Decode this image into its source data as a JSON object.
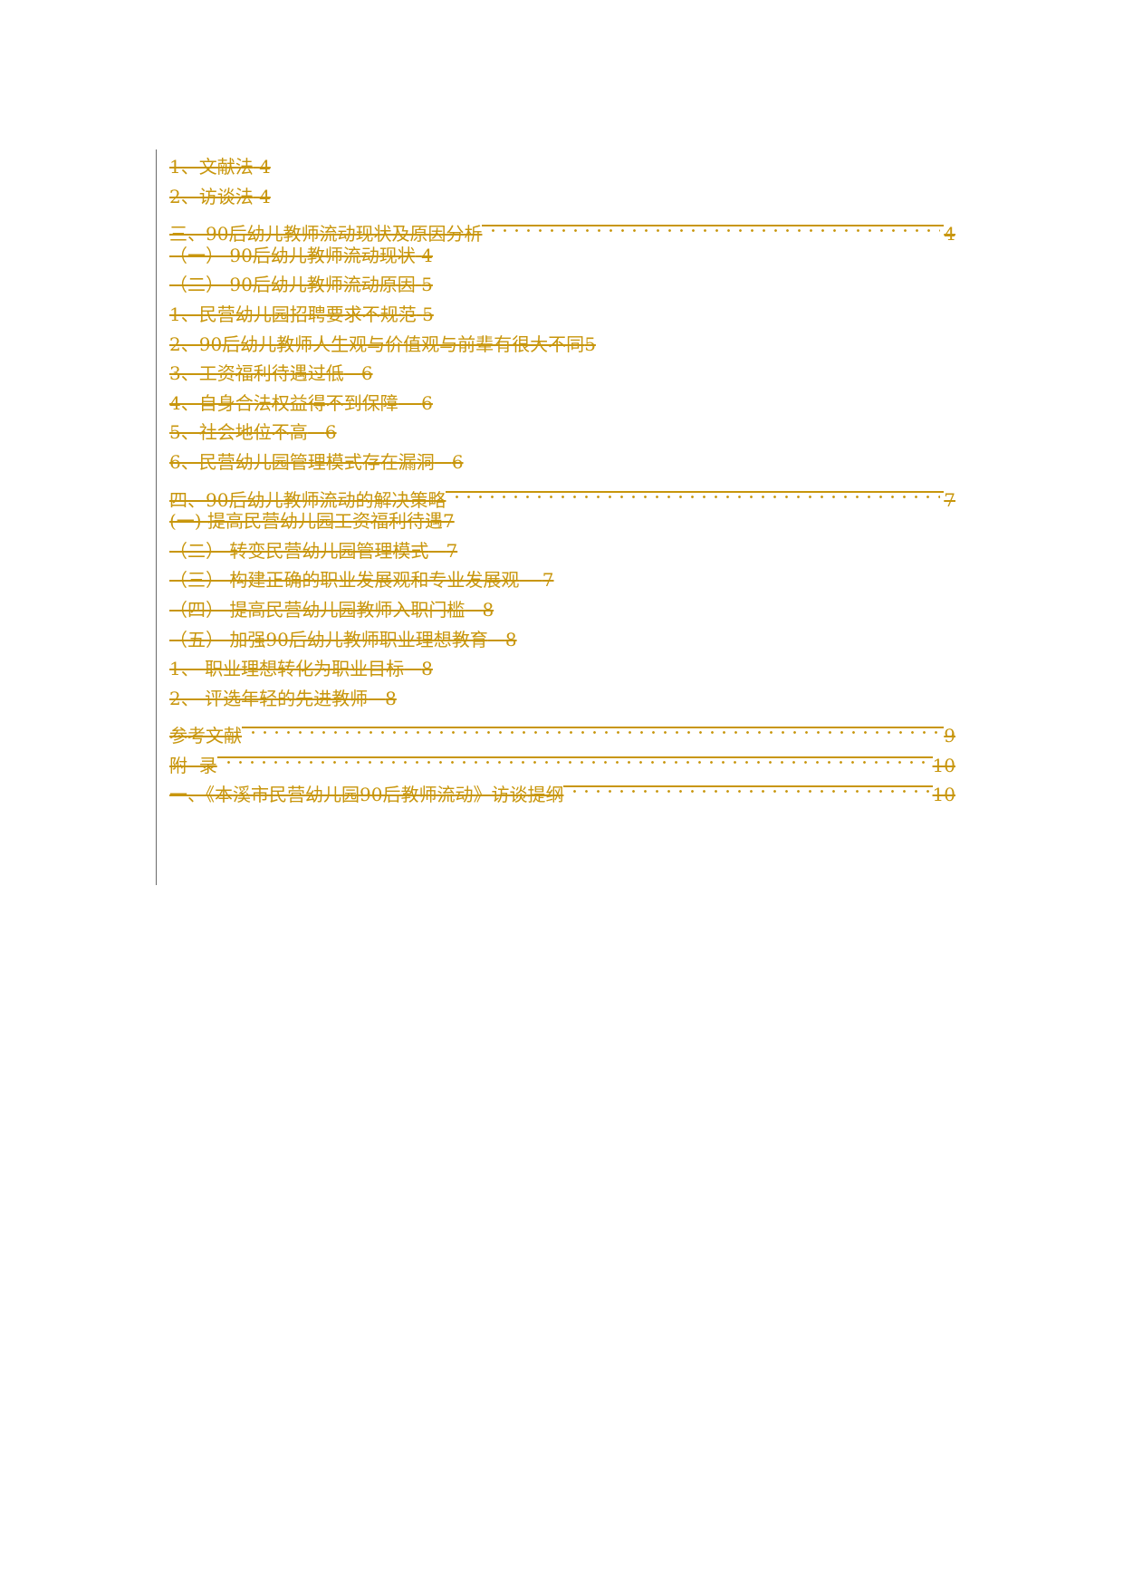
{
  "document": {
    "type": "table-of-contents",
    "text_color": "#c8960c",
    "margin_line_color": "#6b6b6b",
    "entries": [
      {
        "text": "1、文献法",
        "page": "4",
        "leader": false,
        "gap": " "
      },
      {
        "text": "2、访谈法",
        "page": "4",
        "leader": false,
        "gap": " "
      },
      {
        "text": "三、90后幼儿教师流动现状及原因分析",
        "page": "4",
        "leader": true
      },
      {
        "text": "（一） 90后幼儿教师流动现状",
        "page": "4",
        "leader": false,
        "gap": " "
      },
      {
        "text": "（二） 90后幼儿教师流动原因",
        "page": "5",
        "leader": false,
        "gap": " "
      },
      {
        "text": "1、民营幼儿园招聘要求不规范",
        "page": "5",
        "leader": false,
        "gap": " "
      },
      {
        "text": "2、90后幼儿教师人生观与价值观与前辈有很大不同",
        "page": "5",
        "leader": false,
        "gap": ""
      },
      {
        "text": "3、工资福利待遇过低",
        "page": "6",
        "leader": false,
        "gap": "   "
      },
      {
        "text": "4、自身合法权益得不到保障",
        "page": "6",
        "leader": false,
        "gap": "    "
      },
      {
        "text": "5、社会地位不高",
        "page": "6",
        "leader": false,
        "gap": "   "
      },
      {
        "text": "6、民营幼儿园管理模式存在漏洞",
        "page": "6",
        "leader": false,
        "gap": "   "
      },
      {
        "text": "四、90后幼儿教师流动的解决策略",
        "page": "7",
        "leader": true
      },
      {
        "text": "(一) 提高民营幼儿园工资福利待遇",
        "page": "7",
        "leader": false,
        "gap": ""
      },
      {
        "text": "（二） 转变民营幼儿园管理模式",
        "page": "7",
        "leader": false,
        "gap": "   "
      },
      {
        "text": "（三） 构建正确的职业发展观和专业发展观",
        "page": "7",
        "leader": false,
        "gap": "    "
      },
      {
        "text": "（四） 提高民营幼儿园教师入职门槛",
        "page": "8",
        "leader": false,
        "gap": "   "
      },
      {
        "text": "（五） 加强90后幼儿教师职业理想教育",
        "page": "8",
        "leader": false,
        "gap": "   "
      },
      {
        "text": "1、 职业理想转化为职业目标",
        "page": "8",
        "leader": false,
        "gap": "   "
      },
      {
        "text": "2、 评选年轻的先进教师",
        "page": "8",
        "leader": false,
        "gap": "   "
      },
      {
        "text": "参考文献",
        "page": "9",
        "leader": true
      },
      {
        "text": "附  录",
        "page": "10",
        "leader": true
      },
      {
        "text": "一、《本溪市民营幼儿园90后教师流动》访谈提纲",
        "page": "10",
        "leader": true
      }
    ]
  }
}
